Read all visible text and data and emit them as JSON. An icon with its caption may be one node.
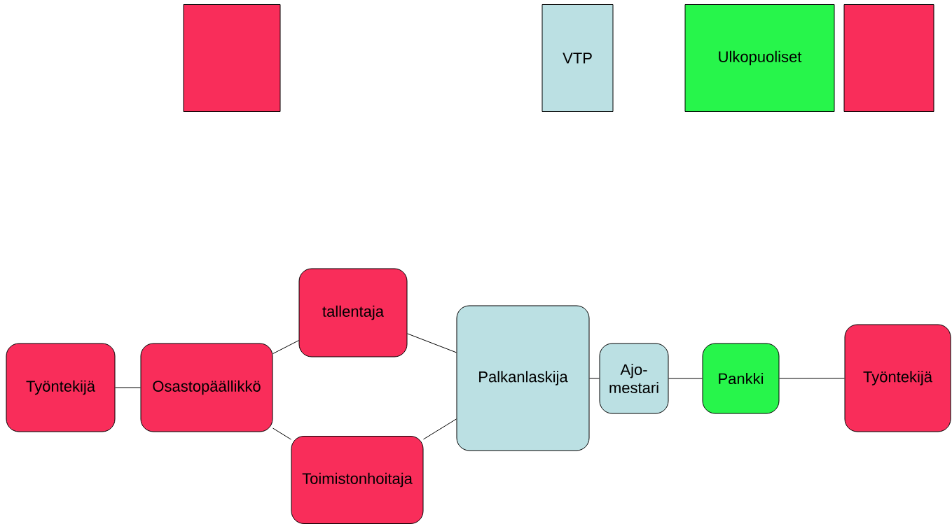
{
  "diagram": {
    "nodes": [
      {
        "text": [],
        "shape": "box"
      },
      {
        "text": [
          "VTP"
        ]
      },
      {
        "text": [
          "Ulkopuoliset"
        ]
      },
      {
        "text": [],
        "shape": "box"
      },
      {
        "text": [
          "Työntekijä"
        ]
      },
      {
        "text": [
          "Osastopäällikkö"
        ]
      },
      {
        "text": [
          "tallentaja"
        ]
      },
      {
        "text": [
          "Toimistonhoitaja"
        ]
      },
      {
        "text": [
          "Palkanlaskija"
        ]
      },
      {
        "text": [
          "Ajo- mestari"
        ]
      },
      {
        "text": [
          "Pankki"
        ]
      },
      {
        "text": [
          "Työntekijä"
        ]
      }
    ],
    "edges": [
      {
        "from": 4,
        "to": 5,
        "arrow": "none"
      },
      {
        "from": 5,
        "to": 6,
        "arrow": "none"
      },
      {
        "from": 5,
        "to": 7,
        "arrow": "none"
      },
      {
        "from": 6,
        "to": 8,
        "arrow": "none"
      },
      {
        "from": 7,
        "to": 8,
        "arrow": "none"
      },
      {
        "from": 8,
        "to": 9,
        "arrow": "none"
      },
      {
        "from": 9,
        "to": 10,
        "arrow": "none"
      },
      {
        "from": 10,
        "to": 11,
        "arrow": "none"
      }
    ]
  }
}
